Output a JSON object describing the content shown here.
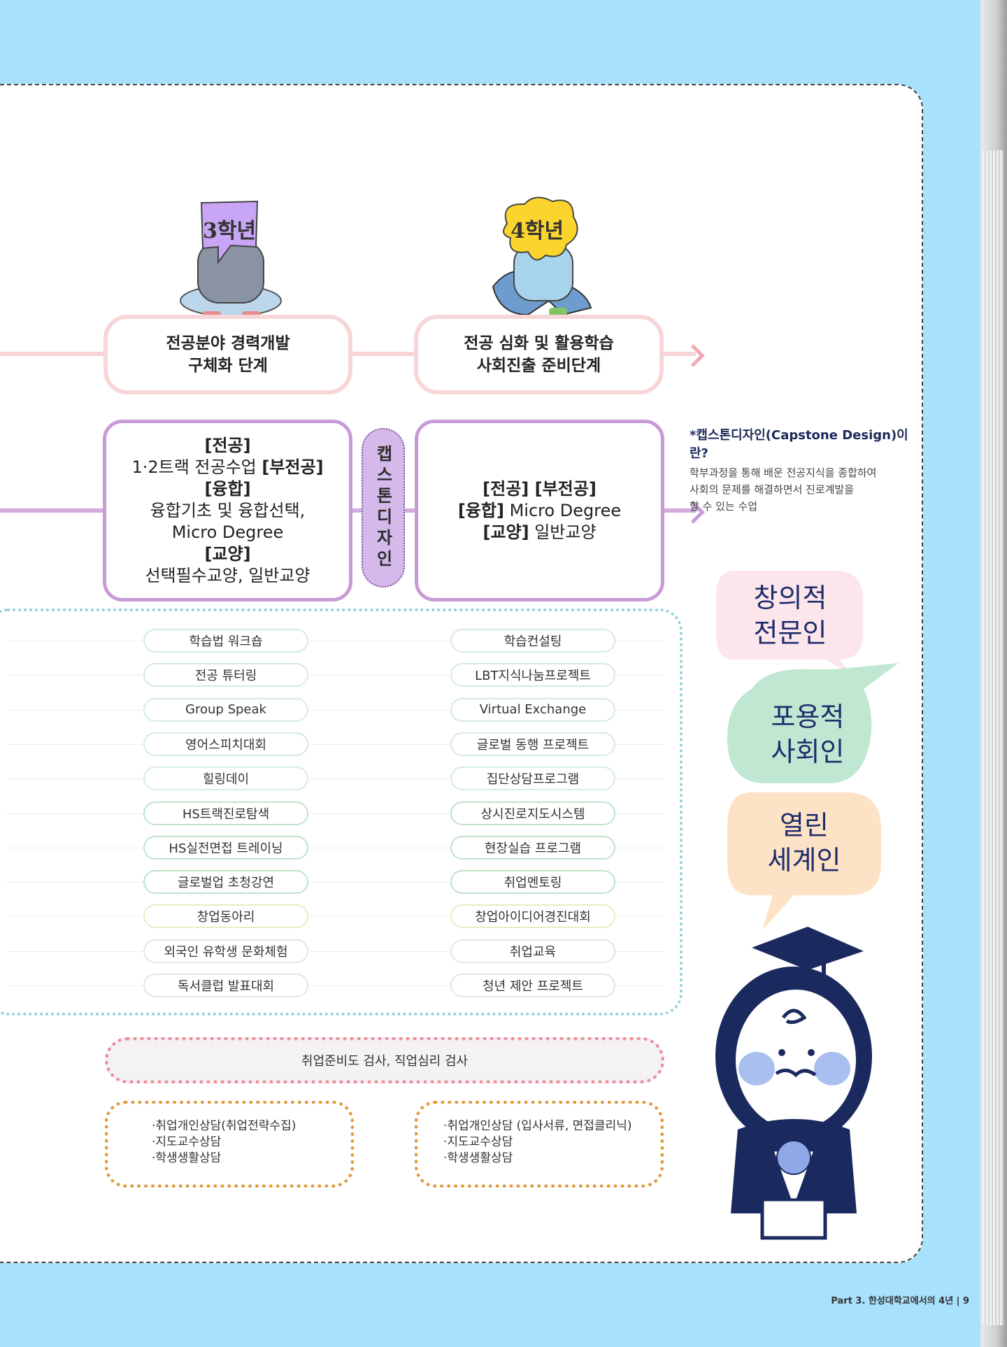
{
  "stages": [
    {
      "year": "3학년",
      "lines": [
        "전공분야 경력개발",
        "구체화 단계"
      ]
    },
    {
      "year": "4학년",
      "lines": [
        "전공 심화 및 활용학습",
        "사회진출 준비단계"
      ]
    }
  ],
  "courses": {
    "year3": [
      {
        "bold": "[전공]",
        "text": ""
      },
      {
        "bold": "",
        "text": "1·2트랙 전공수업 ",
        "bold2": "[부전공]"
      },
      {
        "bold": "[융합]",
        "text": ""
      },
      {
        "bold": "",
        "text": "융합기초 및 융합선택,"
      },
      {
        "bold": "",
        "text": "Micro Degree"
      },
      {
        "bold": "[교양]",
        "text": ""
      },
      {
        "bold": "",
        "text": "선택필수교양, 일반교양"
      }
    ],
    "year4": [
      {
        "bold": "[전공] [부전공]",
        "text": ""
      },
      {
        "bold": "[융합]",
        "text": " Micro Degree"
      },
      {
        "bold": "[교양]",
        "text": " 일반교양"
      }
    ]
  },
  "capstone_label": "캡스톤디자인",
  "capstone_note": {
    "title": "*캡스톤디자인(Capstone Design)이란?",
    "lines": [
      "학부과정을 통해 배운 전공지식을 종합하여",
      "사회의 문제를 해결하면서 진로계발을",
      "할 수 있는 수업"
    ]
  },
  "programs": {
    "year3": [
      "학습법 워크숍",
      "전공 튜터링",
      "Group Speak",
      "영어스피치대회",
      "힐링데이",
      "HS트랙진로탐색",
      "HS실전면접 트레이닝",
      "글로벌업 초청강연",
      "창업동아리",
      "외국인 유학생 문화체험",
      "독서클럽 발표대회"
    ],
    "year4": [
      "학습컨설팅",
      "LBT지식나눔프로젝트",
      "Virtual Exchange",
      "글로벌 동행 프로젝트",
      "집단상담프로그램",
      "상시진로지도시스템",
      "현장실습 프로그램",
      "취업멘토링",
      "창업아이디어경진대회",
      "취업교육",
      "청년 제안 프로젝트"
    ]
  },
  "assessment": "취업준비도 검사, 직업심리 검사",
  "counseling": {
    "year3": [
      "·취업개인상담(취업전략수집)",
      "·지도교수상담",
      "·학생생활상담"
    ],
    "year4": [
      "·취업개인상담 (입사서류, 면접클리닉)",
      "·지도교수상담",
      "·학생생활상담"
    ]
  },
  "bubbles": [
    {
      "lines": [
        "창의적",
        "전문인"
      ],
      "color": "#fde5ec"
    },
    {
      "lines": [
        "포용적",
        "사회인"
      ],
      "color": "#bfe7d2"
    },
    {
      "lines": [
        "열린",
        "세계인"
      ],
      "color": "#fde2c6"
    }
  ],
  "footer": "Part 3. 한성대학교에서의 4년 | 9"
}
